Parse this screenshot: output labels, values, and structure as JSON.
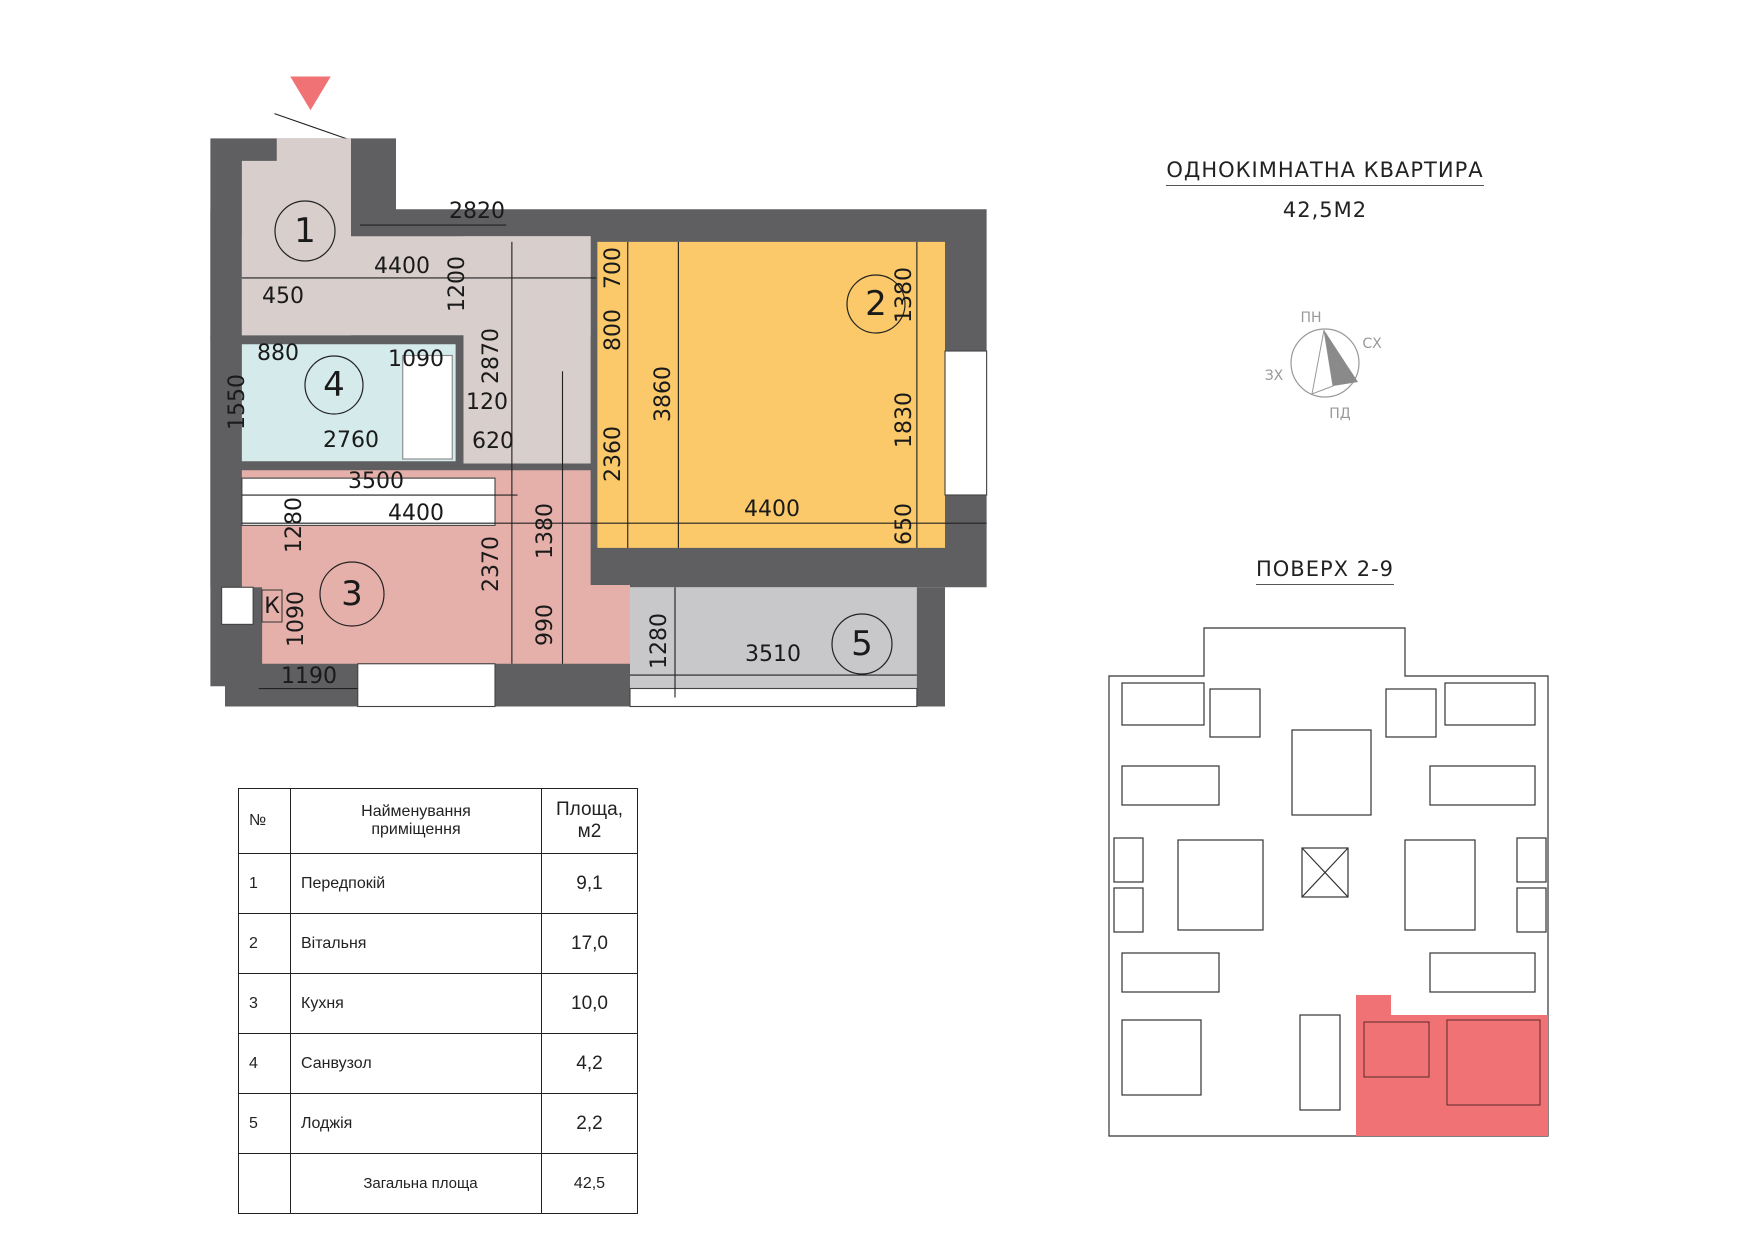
{
  "header": {
    "title": "ОДНОКІМНАТНА КВАРТИРА",
    "area": "42,5М2"
  },
  "compass": {
    "north": "ПН",
    "east": "СХ",
    "west": "ЗХ",
    "south": "ПД"
  },
  "floor": {
    "label": "ПОВЕРХ 2-9"
  },
  "colors": {
    "hall": "#d8cfcd",
    "living": "#fbc96a",
    "kitchen": "#e6b0aa",
    "bath": "#d5eaea",
    "loggia": "#c8c8cb",
    "wall": "#5f5f61",
    "highlight": "#f07275"
  },
  "plan": {
    "rooms": [
      "1",
      "2",
      "3",
      "4",
      "5"
    ],
    "kitchen_mark": "К",
    "dims": [
      "2820",
      "4400",
      "450",
      "1200",
      "2870",
      "880",
      "1090",
      "1550",
      "120",
      "2760",
      "620",
      "3500",
      "4400",
      "1280",
      "2370",
      "1380",
      "990",
      "1090",
      "1190",
      "700",
      "800",
      "3860",
      "2360",
      "1380",
      "1830",
      "650",
      "4400",
      "1280",
      "3510"
    ]
  },
  "table": {
    "headers": [
      "№",
      "Найменування приміщення",
      "Площа, м2"
    ],
    "rows": [
      {
        "n": "1",
        "name": "Передпокій",
        "area": "9,1"
      },
      {
        "n": "2",
        "name": "Вітальня",
        "area": "17,0"
      },
      {
        "n": "3",
        "name": "Кухня",
        "area": "10,0"
      },
      {
        "n": "4",
        "name": "Санвузол",
        "area": "4,2"
      },
      {
        "n": "5",
        "name": "Лоджія",
        "area": "2,2"
      }
    ],
    "total_label": "Загальна площа",
    "total_value": "42,5"
  }
}
